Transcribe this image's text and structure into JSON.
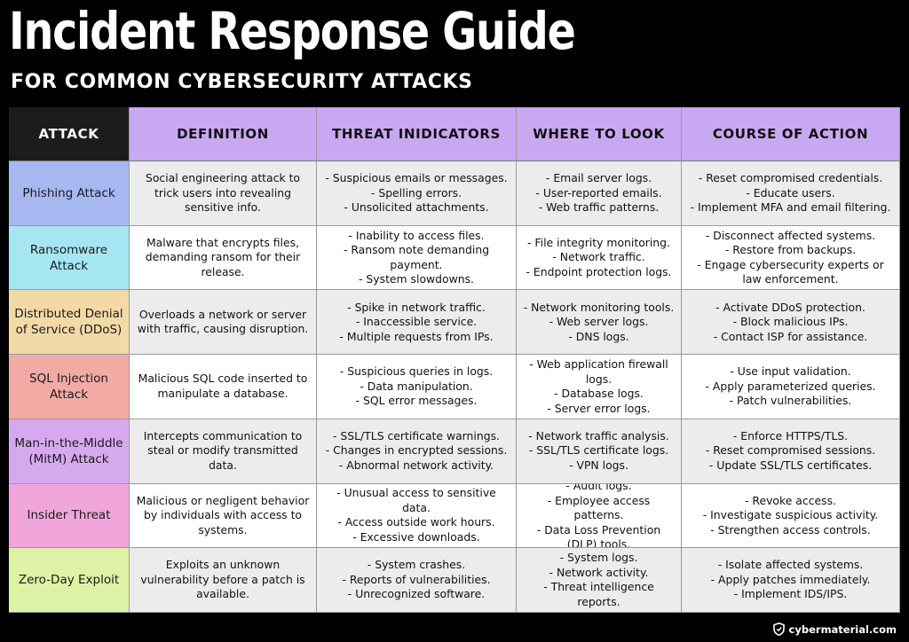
{
  "header": {
    "title": "Incident Response Guide",
    "subtitle": "FOR COMMON CYBERSECURITY ATTACKS"
  },
  "table": {
    "columns": [
      "ATTACK",
      "DEFINITION",
      "THREAT INIDICATORS",
      "WHERE TO LOOK",
      "COURSE OF ACTION"
    ],
    "header_colors": {
      "attack": "#1c1c1c",
      "others": "#c9a8f2"
    },
    "rows": [
      {
        "attack": "Phishing Attack",
        "color": "#a7b8f0",
        "definition": "Social engineering attack to trick users into revealing sensitive info.",
        "indicators": [
          "- Suspicious emails or messages.",
          "- Spelling errors.",
          "- Unsolicited attachments."
        ],
        "where": [
          "- Email server logs.",
          "- User-reported emails.",
          "- Web traffic patterns."
        ],
        "action": [
          "- Reset compromised credentials.",
          "- Educate users.",
          "- Implement MFA and email filtering."
        ]
      },
      {
        "attack": "Ransomware Attack",
        "color": "#a5e6f2",
        "definition": "Malware that encrypts files, demanding ransom for their release.",
        "indicators": [
          "- Inability to access files.",
          "- Ransom note demanding payment.",
          "- System slowdowns."
        ],
        "where": [
          "- File integrity monitoring.",
          "- Network traffic.",
          "- Endpoint protection logs."
        ],
        "action": [
          "- Disconnect affected systems.",
          "- Restore from backups.",
          "- Engage cybersecurity experts or law enforcement."
        ]
      },
      {
        "attack": "Distributed Denial of Service (DDoS)",
        "color": "#f3d9a6",
        "definition": "Overloads a network or server with traffic, causing disruption.",
        "indicators": [
          "- Spike in network traffic.",
          "- Inaccessible service.",
          "- Multiple requests from IPs."
        ],
        "where": [
          "- Network monitoring tools.",
          "- Web server logs.",
          "- DNS logs."
        ],
        "action": [
          "- Activate DDoS protection.",
          "- Block malicious IPs.",
          "- Contact ISP for assistance."
        ]
      },
      {
        "attack": "SQL Injection Attack",
        "color": "#f2aaa5",
        "definition": "Malicious SQL code inserted to manipulate a database.",
        "indicators": [
          "- Suspicious queries in logs.",
          "- Data manipulation.",
          "- SQL error messages."
        ],
        "where": [
          "- Web application firewall logs.",
          "- Database logs.",
          "- Server error logs."
        ],
        "action": [
          "- Use input validation.",
          "- Apply parameterized queries.",
          "- Patch vulnerabilities."
        ]
      },
      {
        "attack": "Man-in-the-Middle (MitM) Attack",
        "color": "#d6a9ef",
        "definition": "Intercepts communication to steal or modify transmitted data.",
        "indicators": [
          "- SSL/TLS certificate warnings.",
          "- Changes in encrypted sessions.",
          "- Abnormal network activity."
        ],
        "where": [
          "- Network traffic analysis.",
          "- SSL/TLS certificate logs.",
          "- VPN logs."
        ],
        "action": [
          "- Enforce HTTPS/TLS.",
          "- Reset compromised sessions.",
          "- Update SSL/TLS certificates."
        ]
      },
      {
        "attack": "Insider Threat",
        "color": "#f0a6da",
        "definition": "Malicious or negligent behavior by individuals with access to systems.",
        "indicators": [
          "- Unusual access to sensitive data.",
          "- Access outside work hours.",
          "- Excessive downloads."
        ],
        "where": [
          "- Audit logs.",
          "- Employee access patterns.",
          "- Data Loss Prevention (DLP) tools."
        ],
        "action": [
          "- Revoke access.",
          "- Investigate suspicious activity.",
          "- Strengthen access controls."
        ]
      },
      {
        "attack": "Zero-Day Exploit",
        "color": "#def2a5",
        "definition": "Exploits an unknown vulnerability before a patch is available.",
        "indicators": [
          "- System crashes.",
          "- Reports of vulnerabilities.",
          "- Unrecognized software."
        ],
        "where": [
          "- System logs.",
          "- Network activity.",
          "- Threat intelligence reports."
        ],
        "action": [
          "- Isolate affected systems.",
          "- Apply patches immediately.",
          "- Implement IDS/IPS."
        ]
      }
    ]
  },
  "footer": {
    "brand": "cybermaterial.com",
    "icon": "shield-icon"
  }
}
